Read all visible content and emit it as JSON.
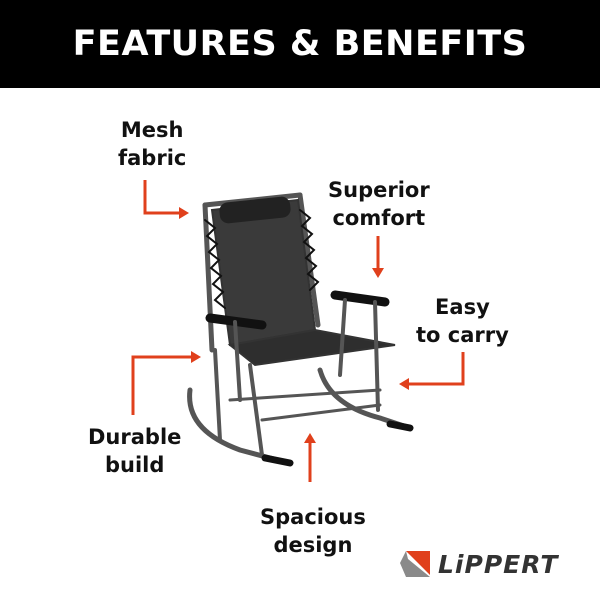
{
  "header": {
    "title": "FEATURES & BENEFITS"
  },
  "features": [
    {
      "line1": "Mesh",
      "line2": "fabric"
    },
    {
      "line1": "Superior",
      "line2": "comfort"
    },
    {
      "line1": "Easy",
      "line2": "to carry"
    },
    {
      "line1": "Durable",
      "line2": "build"
    },
    {
      "line1": "Spacious",
      "line2": "design"
    }
  ],
  "brand": {
    "name": "LiPPERT",
    "accent_color": "#e0401c",
    "text_color": "#333333"
  },
  "colors": {
    "arrow": "#e0401c",
    "header_bg": "#000000"
  }
}
